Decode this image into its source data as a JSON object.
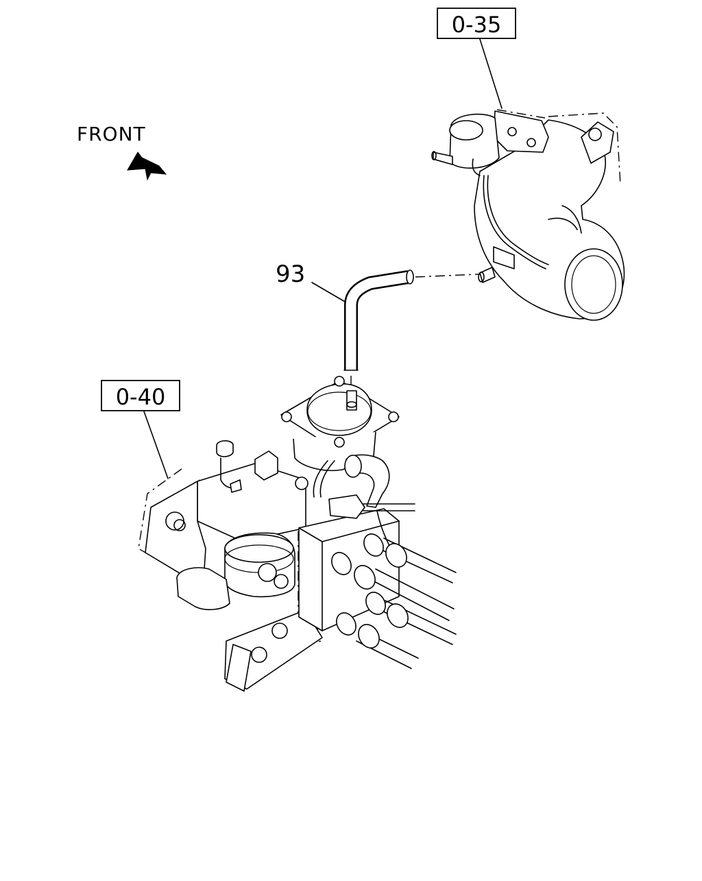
{
  "direction": {
    "label": "FRONT",
    "icon": "arrow-up-left-icon"
  },
  "callouts": {
    "ref_top": "0-35",
    "ref_left": "0-40",
    "part_hose": "93"
  }
}
